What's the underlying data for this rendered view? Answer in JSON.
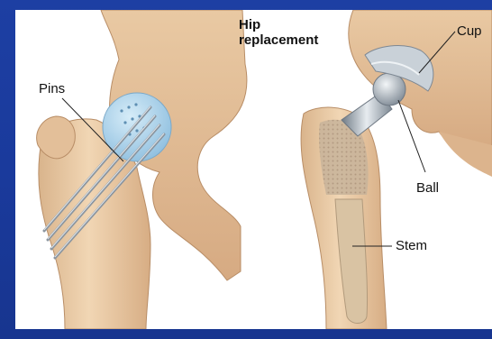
{
  "title": {
    "line1": "Hip",
    "line2": "replacement"
  },
  "labels": {
    "pins": "Pins",
    "cup": "Cup",
    "ball": "Ball",
    "stem": "Stem"
  },
  "colors": {
    "background": "#1d3fa3",
    "bone": "#eccda7",
    "bone_shadow": "#c79c73",
    "cartilage": "#b7d8ee",
    "metal": "#a9b3bd"
  }
}
